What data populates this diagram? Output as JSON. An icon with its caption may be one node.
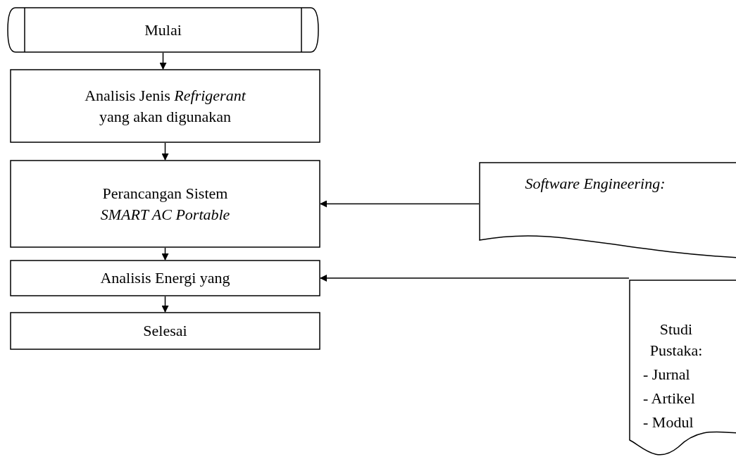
{
  "diagram": {
    "nodes": [
      {
        "text": [
          "Mulai"
        ]
      },
      {
        "text": [
          "Analisis Jenis *Refrigerant* yang akan digunakan"
        ]
      },
      {
        "text": [
          "Perancangan Sistem *SMART AC Portable*"
        ]
      },
      {
        "text": [
          "Analisis Energi yang"
        ]
      },
      {
        "text": [
          "Selesai"
        ]
      },
      {
        "text": [
          "Software Engineering:"
        ]
      },
      {
        "text": [
          "Studi Pustaka:",
          "- Jurnal",
          "- Artikel",
          "- Modul"
        ]
      }
    ],
    "edges": [
      {
        "from": 0,
        "to": 1,
        "arrow": "to"
      },
      {
        "from": 1,
        "to": 2,
        "arrow": "to"
      },
      {
        "from": 2,
        "to": 3,
        "arrow": "to"
      },
      {
        "from": 3,
        "to": 4,
        "arrow": "to"
      },
      {
        "from": 5,
        "to": 2,
        "arrow": "to"
      },
      {
        "from": 6,
        "to": 3,
        "arrow": "to"
      }
    ]
  }
}
